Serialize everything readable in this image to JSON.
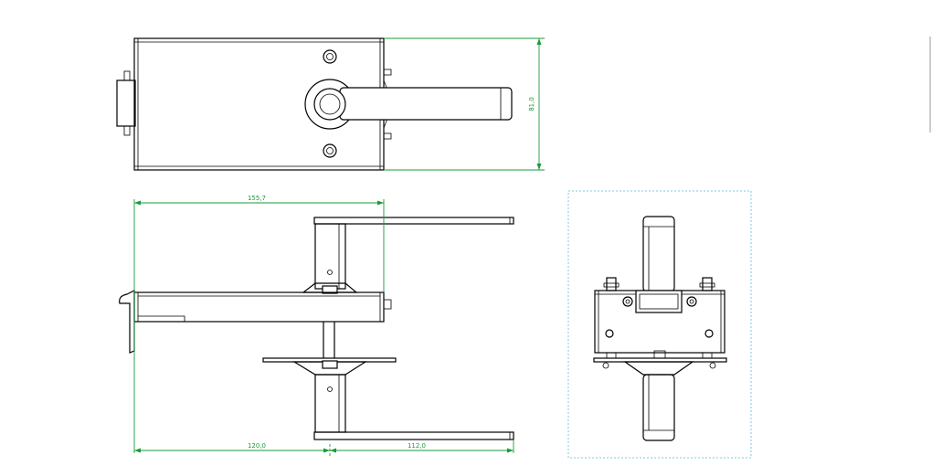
{
  "dimensions": {
    "height_top_view": "81,0",
    "width_front_view": "155,7",
    "left_bottom": "120,0",
    "right_bottom": "112,0"
  },
  "colors": {
    "dimension_line": "#1a9a3a",
    "outline": "#000000",
    "view_frame": "#7ec8e3"
  }
}
